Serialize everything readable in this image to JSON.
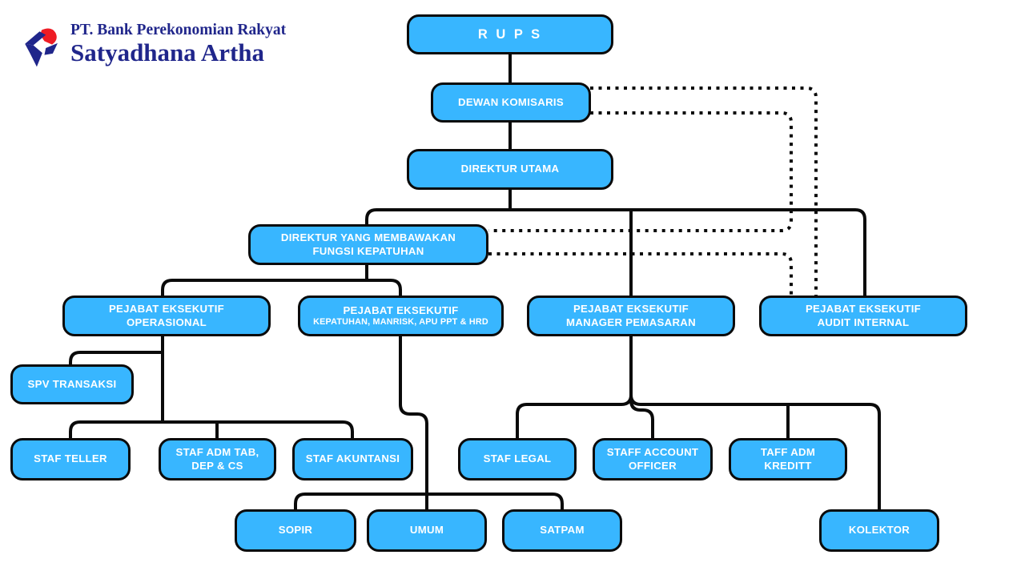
{
  "header": {
    "company_line1": "PT. Bank Perekonomian Rakyat",
    "company_line2": "Satyadhana Artha"
  },
  "colors": {
    "node_fill": "#38B6FF",
    "node_border": "#0A0A0A",
    "node_text": "#FFFFFF",
    "connector": "#0A0A0A",
    "logo_text": "#20268B",
    "logo_red": "#EE1C25",
    "logo_blue": "#20268B",
    "background": "#FFFFFF"
  },
  "nodes": {
    "rups": {
      "label": "R U P S"
    },
    "dewan_komisaris": {
      "label": "DEWAN KOMISARIS"
    },
    "direktur_utama": {
      "label": "DIREKTUR UTAMA"
    },
    "direktur_kepatuhan": {
      "line1": "DIREKTUR YANG MEMBAWAKAN",
      "line2": "FUNGSI KEPATUHAN"
    },
    "pe_operasional": {
      "line1": "PEJABAT EKSEKUTIF",
      "line2": "OPERASIONAL"
    },
    "pe_kepatuhan": {
      "line1": "PEJABAT EKSEKUTIF",
      "line2": "KEPATUHAN, MANRISK, APU PPT & HRD"
    },
    "pe_pemasaran": {
      "line1": "PEJABAT EKSEKUTIF",
      "line2": "MANAGER PEMASARAN"
    },
    "pe_audit": {
      "line1": "PEJABAT EKSEKUTIF",
      "line2": "AUDIT INTERNAL"
    },
    "spv_transaksi": {
      "label": "SPV TRANSAKSI"
    },
    "staf_teller": {
      "label": "STAF TELLER"
    },
    "staf_adm": {
      "line1": "STAF ADM TAB,",
      "line2": "DEP & CS"
    },
    "staf_akuntansi": {
      "label": "STAF AKUNTANSI"
    },
    "staf_legal": {
      "label": "STAF LEGAL"
    },
    "staff_account_officer": {
      "line1": "STAFF ACCOUNT",
      "line2": "OFFICER"
    },
    "taff_adm_kreditt": {
      "line1": "TAFF ADM",
      "line2": "KREDITT"
    },
    "sopir": {
      "label": "SOPIR"
    },
    "umum": {
      "label": "UMUM"
    },
    "satpam": {
      "label": "SATPAM"
    },
    "kolektor": {
      "label": "KOLEKTOR"
    }
  },
  "edges": {
    "solid": [
      [
        "RUPS",
        "DEWAN KOMISARIS"
      ],
      [
        "DEWAN KOMISARIS",
        "DIREKTUR UTAMA"
      ],
      [
        "DIREKTUR UTAMA",
        "DIREKTUR YANG MEMBAWAKAN FUNGSI KEPATUHAN"
      ],
      [
        "DIREKTUR UTAMA",
        "PEJABAT EKSEKUTIF MANAGER PEMASARAN"
      ],
      [
        "DIREKTUR UTAMA",
        "PEJABAT EKSEKUTIF AUDIT INTERNAL"
      ],
      [
        "DIREKTUR YANG MEMBAWAKAN FUNGSI KEPATUHAN",
        "PEJABAT EKSEKUTIF OPERASIONAL"
      ],
      [
        "DIREKTUR YANG MEMBAWAKAN FUNGSI KEPATUHAN",
        "PEJABAT EKSEKUTIF KEPATUHAN, MANRISK, APU PPT & HRD"
      ],
      [
        "PEJABAT EKSEKUTIF OPERASIONAL",
        "SPV TRANSAKSI"
      ],
      [
        "PEJABAT EKSEKUTIF OPERASIONAL",
        "STAF TELLER"
      ],
      [
        "PEJABAT EKSEKUTIF OPERASIONAL",
        "STAF ADM TAB, DEP & CS"
      ],
      [
        "PEJABAT EKSEKUTIF OPERASIONAL",
        "STAF AKUNTANSI"
      ],
      [
        "PEJABAT EKSEKUTIF KEPATUHAN, MANRISK, APU PPT & HRD",
        "SOPIR"
      ],
      [
        "PEJABAT EKSEKUTIF KEPATUHAN, MANRISK, APU PPT & HRD",
        "UMUM"
      ],
      [
        "PEJABAT EKSEKUTIF KEPATUHAN, MANRISK, APU PPT & HRD",
        "SATPAM"
      ],
      [
        "PEJABAT EKSEKUTIF MANAGER PEMASARAN",
        "STAF LEGAL"
      ],
      [
        "PEJABAT EKSEKUTIF MANAGER PEMASARAN",
        "STAFF ACCOUNT OFFICER"
      ],
      [
        "PEJABAT EKSEKUTIF MANAGER PEMASARAN",
        "TAFF ADM KREDITT"
      ],
      [
        "PEJABAT EKSEKUTIF MANAGER PEMASARAN",
        "KOLEKTOR"
      ]
    ],
    "dotted": [
      [
        "DEWAN KOMISARIS",
        "PEJABAT EKSEKUTIF AUDIT INTERNAL"
      ],
      [
        "DEWAN KOMISARIS",
        "DIREKTUR YANG MEMBAWAKAN FUNGSI KEPATUHAN"
      ],
      [
        "DIREKTUR YANG MEMBAWAKAN FUNGSI KEPATUHAN",
        "PEJABAT EKSEKUTIF AUDIT INTERNAL"
      ]
    ]
  }
}
